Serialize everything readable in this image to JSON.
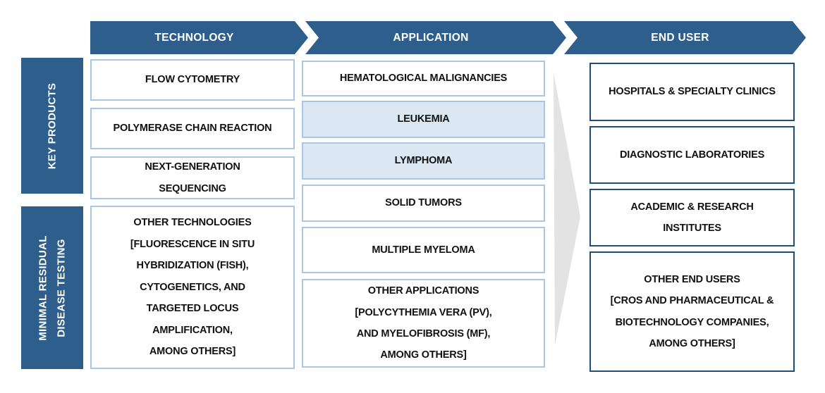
{
  "sidebar": {
    "key_products": "KEY PRODUCTS",
    "market_name": "MINIMAL RESIDUAL\nDISEASE TESTING"
  },
  "columns": [
    {
      "header": "TECHNOLOGY",
      "items": [
        {
          "label": "FLOW CYTOMETRY",
          "highlighted": false
        },
        {
          "label": "POLYMERASE CHAIN REACTION",
          "highlighted": false
        },
        {
          "label": "NEXT-GENERATION\nSEQUENCING",
          "highlighted": false
        },
        {
          "label": "OTHER TECHNOLOGIES\n[FLUORESCENCE IN SITU\nHYBRIDIZATION (FISH),\nCYTOGENETICS, AND\nTARGETED LOCUS\nAMPLIFICATION,\nAMONG OTHERS]",
          "highlighted": false
        }
      ]
    },
    {
      "header": "APPLICATION",
      "items": [
        {
          "label": "HEMATOLOGICAL MALIGNANCIES",
          "highlighted": false
        },
        {
          "label": "LEUKEMIA",
          "highlighted": true
        },
        {
          "label": "LYMPHOMA",
          "highlighted": true
        },
        {
          "label": "SOLID TUMORS",
          "highlighted": false
        },
        {
          "label": "MULTIPLE MYELOMA",
          "highlighted": false
        },
        {
          "label": "OTHER APPLICATIONS\n[POLYCYTHEMIA VERA (PV),\nAND MYELOFIBROSIS (MF),\nAMONG OTHERS]",
          "highlighted": false
        }
      ]
    },
    {
      "header": "END USER",
      "items": [
        {
          "label": "HOSPITALS & SPECIALTY CLINICS",
          "highlighted": false
        },
        {
          "label": "DIAGNOSTIC LABORATORIES",
          "highlighted": false
        },
        {
          "label": "ACADEMIC & RESEARCH\nINSTITUTES",
          "highlighted": false
        },
        {
          "label": "OTHER END USERS\n[CROS AND PHARMACEUTICAL &\nBIOTECHNOLOGY COMPANIES,\nAMONG OTHERS]",
          "highlighted": false
        }
      ]
    }
  ],
  "colors": {
    "banner_blue": "#2d5e8c",
    "light_fill": "#dbe8f4",
    "light_border": "#a9c7e3",
    "dark_border": "#1f4e79",
    "arrow_gray": "#e3e3e3"
  }
}
